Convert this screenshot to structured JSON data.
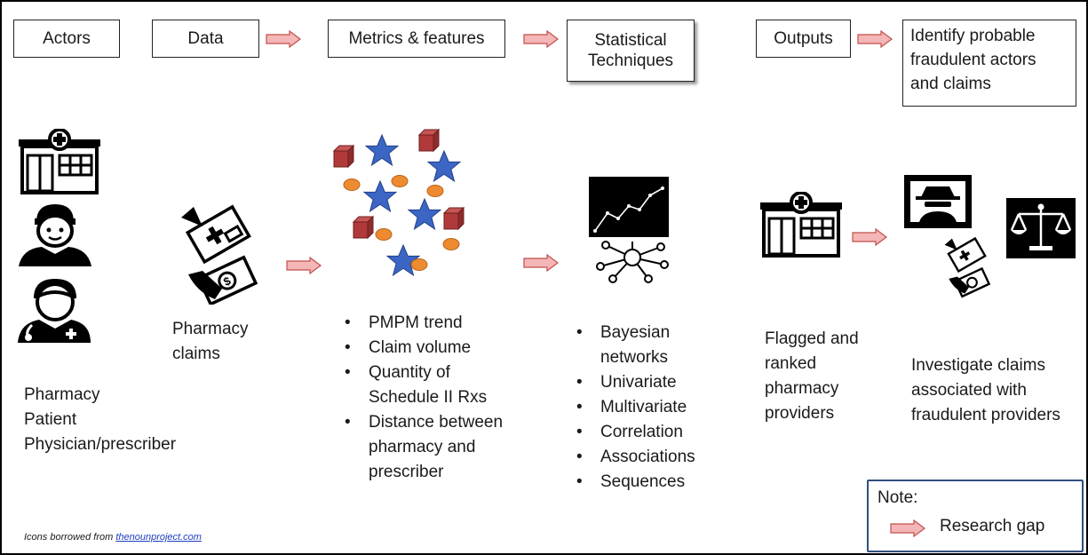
{
  "headers": {
    "actors": "Actors",
    "data": "Data",
    "metrics": "Metrics & features",
    "statistical_line1": "Statistical",
    "statistical_line2": "Techniques",
    "outputs": "Outputs",
    "identify_line1": "Identify probable",
    "identify_line2": "fraudulent actors",
    "identify_line3": "and claims"
  },
  "actors_list": [
    "Pharmacy",
    "Patient",
    "Physician/prescriber"
  ],
  "data_label": [
    "Pharmacy",
    "claims"
  ],
  "metrics_bullets": [
    [
      "PMPM trend"
    ],
    [
      "Claim volume"
    ],
    [
      "Quantity of",
      "Schedule II Rxs"
    ],
    [
      "Distance between",
      "pharmacy and",
      "prescriber"
    ]
  ],
  "stat_bullets": [
    [
      "Bayesian",
      "networks"
    ],
    [
      "Univariate"
    ],
    [
      "Multivariate"
    ],
    [
      "Correlation"
    ],
    [
      "Associations"
    ],
    [
      "Sequences"
    ]
  ],
  "outputs_label": [
    "Flagged and",
    "ranked",
    "pharmacy",
    "providers"
  ],
  "investigate_label": [
    "Investigate claims",
    "associated with",
    "fraudulent providers"
  ],
  "note": {
    "title": "Note:",
    "item": "Research gap"
  },
  "credit": {
    "prefix": "Icons borrowed from",
    "link": "thenounproject.com"
  },
  "icons": [
    "pharmacy-store-icon",
    "patient-icon",
    "physician-icon",
    "money-exchange-icon",
    "scatter-shapes-icon",
    "trend-chart-icon",
    "network-icon",
    "detective-screen-icon",
    "justice-scales-icon"
  ],
  "colors": {
    "arrow_fill": "#f4b6b6",
    "arrow_stroke": "#c0504d",
    "star": "#3b66c4",
    "cube": "#b03a3a",
    "disc": "#ee8a30",
    "note_border": "#2f4f7f"
  }
}
